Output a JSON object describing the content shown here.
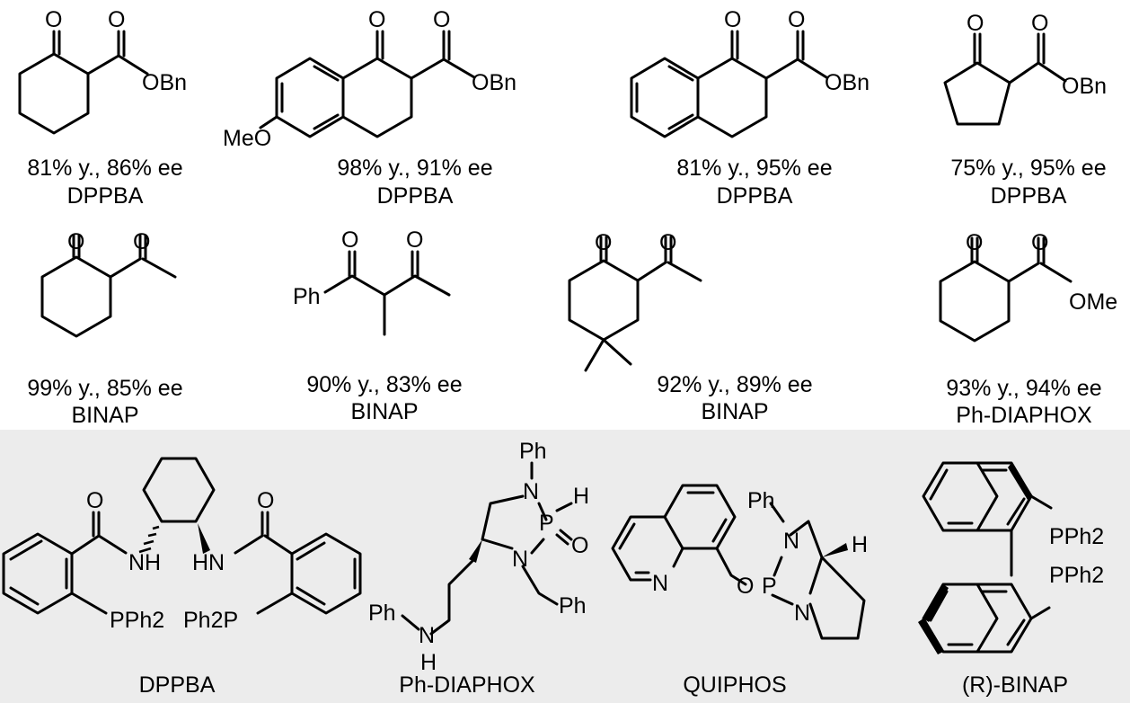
{
  "substrates": [
    {
      "id": "s1",
      "atoms": [
        "O",
        "O",
        "OBn"
      ],
      "result": "81% y., 86% ee",
      "ligand": "DPPBA"
    },
    {
      "id": "s2",
      "atoms": [
        "O",
        "O",
        "OBn",
        "MeO"
      ],
      "result": "98% y., 91% ee",
      "ligand": "DPPBA"
    },
    {
      "id": "s3",
      "atoms": [
        "O",
        "O",
        "OBn"
      ],
      "result": "81% y., 95% ee",
      "ligand": "DPPBA"
    },
    {
      "id": "s4",
      "atoms": [
        "O",
        "O",
        "OBn"
      ],
      "result": "75% y., 95% ee",
      "ligand": "DPPBA"
    },
    {
      "id": "s5",
      "atoms": [
        "O",
        "O"
      ],
      "result": "99% y., 85% ee",
      "ligand": "BINAP"
    },
    {
      "id": "s6",
      "atoms": [
        "O",
        "O",
        "Ph"
      ],
      "result": "90% y., 83% ee",
      "ligand": "BINAP"
    },
    {
      "id": "s7",
      "atoms": [
        "O",
        "O"
      ],
      "result": "92% y., 89% ee",
      "ligand": "BINAP"
    },
    {
      "id": "s8",
      "atoms": [
        "O",
        "O",
        "OMe"
      ],
      "result": "93% y., 94% ee",
      "ligand": "Ph-DIAPHOX"
    }
  ],
  "ligands": [
    {
      "id": "dppba",
      "name": "DPPBA",
      "atoms": [
        "O",
        "O",
        "NH",
        "HN",
        "PPh2",
        "Ph2P"
      ]
    },
    {
      "id": "diaphox",
      "name": "Ph-DIAPHOX",
      "atoms": [
        "Ph",
        "N",
        "P",
        "H",
        "O",
        "N",
        "Ph",
        "Ph",
        "N",
        "H"
      ]
    },
    {
      "id": "quiphos",
      "name": "QUIPHOS",
      "atoms": [
        "N",
        "O",
        "P",
        "Ph",
        "N",
        "N",
        "H"
      ]
    },
    {
      "id": "binap",
      "name": "(R)-BINAP",
      "atoms": [
        "PPh2",
        "PPh2"
      ]
    }
  ]
}
